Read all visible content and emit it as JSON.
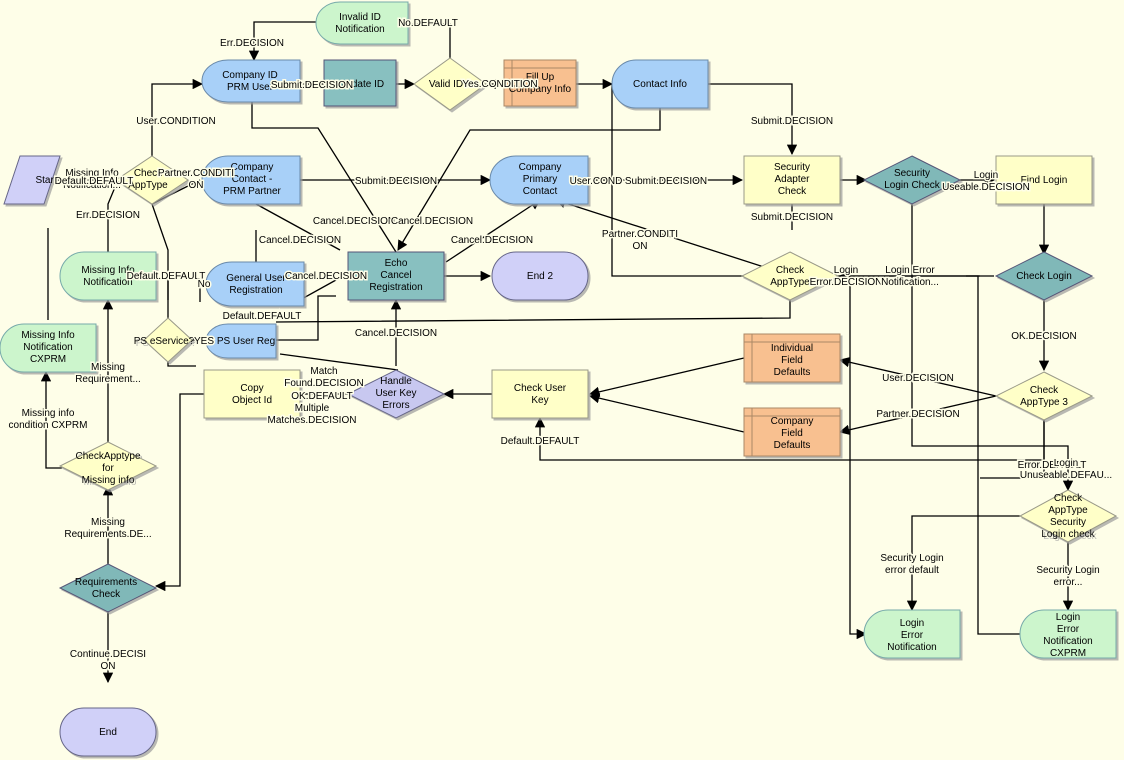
{
  "nodes": {
    "invalid_id": [
      "Invalid ID",
      "Notification"
    ],
    "company_id": [
      "Company ID",
      "PRM User"
    ],
    "validate_id": [
      "Validate ID"
    ],
    "valid_id": [
      "Valid ID"
    ],
    "fillup": [
      "Fill Up",
      "Company Info"
    ],
    "contact_info": [
      "Contact Info"
    ],
    "start": [
      "Start"
    ],
    "check_apptype": [
      "Check",
      "AppType"
    ],
    "company_contact": [
      "Company",
      "Contact -",
      "PRM Partner"
    ],
    "company_primary": [
      "Company",
      "Primary",
      "Contact"
    ],
    "security_adapter": [
      "Security",
      "Adapter",
      "Check"
    ],
    "security_login_check": [
      "Security",
      "Login Check"
    ],
    "find_login": [
      "Find Login"
    ],
    "missing_info_notif": [
      "Missing Info",
      "Notification"
    ],
    "general_user": [
      "General User",
      "Registration"
    ],
    "echo_cancel": [
      "Echo",
      "Cancel",
      "Registration"
    ],
    "end2": [
      "End 2"
    ],
    "check_apptype2": [
      "Check",
      "AppType"
    ],
    "check_login": [
      "Check Login"
    ],
    "ps_eservice": [
      "PS eService?"
    ],
    "ps_user_reg": [
      "PS User Reg"
    ],
    "missing_info_cxprm": [
      "Missing Info",
      "Notification",
      "CXPRM"
    ],
    "copy_object": [
      "Copy",
      "Object Id"
    ],
    "handle_errors": [
      "Handle",
      "User Key",
      "Errors"
    ],
    "check_user_key": [
      "Check User",
      "Key"
    ],
    "individual_defaults": [
      "Individual",
      "Field",
      "Defaults"
    ],
    "check_apptype3": [
      "Check",
      "AppType 3"
    ],
    "company_defaults": [
      "Company",
      "Field",
      "Defaults"
    ],
    "checkapptype_missing": [
      "CheckApptype",
      "for",
      "Missing info"
    ],
    "check_apptype_security": [
      "Check",
      "AppType",
      "Security",
      "Login check"
    ],
    "requirements_check": [
      "Requirements",
      "Check"
    ],
    "login_error_notif": [
      "Login",
      "Error",
      "Notification"
    ],
    "login_error_cxprm": [
      "Login",
      "Error",
      "Notification",
      "CXPRM"
    ],
    "end": [
      "End"
    ]
  },
  "edge_labels": {
    "err_decision_top": [
      "Err.DECISION"
    ],
    "no_default": [
      "No.DEFAULT"
    ],
    "submit_decision_1": [
      "Submit.DECISION"
    ],
    "yes_condition": [
      "Yes.CONDITION"
    ],
    "user_condition_1": [
      "User.CONDITION"
    ],
    "submit_decision_2": [
      "Submit.DECISION"
    ],
    "submit_decision_3": [
      "Submit.DECISION"
    ],
    "missing_info_notif_cut": [
      "Missing Info",
      "Notification..."
    ],
    "check_cut": [
      "Check"
    ],
    "default_default_1": [
      "Default.DEFAULT"
    ],
    "partner_condition_1": [
      "Partner.CONDITI",
      "ON"
    ],
    "user_cond_2": [
      "User.COND"
    ],
    "submit_decision_4": [
      "Submit.DECISION"
    ],
    "login_useable": [
      "Login",
      "Useable.DECISION"
    ],
    "err_decision_2": [
      "Err.DECISION"
    ],
    "cancel_decision_1": [
      "Cancel.DECISION"
    ],
    "cancel_decision_2": [
      "Cancel.DECISION"
    ],
    "cancel_decision_3": [
      "Cancel.DECISION"
    ],
    "cancel_decision_4": [
      "Cancel.DECISION"
    ],
    "cancel_decision_5": [
      "Cancel.DECISION"
    ],
    "cancel_decision_6": [
      "Cancel.DECISION"
    ],
    "default_default_2": [
      "Default.DEFAULT"
    ],
    "no_cut": [
      "No"
    ],
    "partner_condition_2": [
      "Partner.CONDITI",
      "ON"
    ],
    "login_error_decision": [
      "Login",
      "Error.DECISION"
    ],
    "login_error_notif_lbl": [
      "Login Error",
      "Notification..."
    ],
    "default_default_3": [
      "Default.DEFAULT"
    ],
    "ps_yes": [
      "YES"
    ],
    "ok_decision": [
      "OK.DECISION"
    ],
    "missing_requirement": [
      "Missing",
      "Requirement..."
    ],
    "match_found": [
      "Match",
      "Found.DECISION"
    ],
    "ok_default": [
      "OK.DEFAULT"
    ],
    "multiple_matches": [
      "Multiple",
      "Matches.DECISION"
    ],
    "user_decision": [
      "User.DECISION"
    ],
    "missing_info_cond": [
      "Missing info",
      "condition CXPRM"
    ],
    "partner_decision": [
      "Partner.DECISION"
    ],
    "default_default_4": [
      "Default.DEFAULT"
    ],
    "error_default": [
      "Error.DEFAULT"
    ],
    "login_unuseable": [
      "Login",
      "Unuseable.DEFAU..."
    ],
    "missing_requirements_de": [
      "Missing",
      "Requirements.DE..."
    ],
    "security_login_error_default": [
      "Security Login",
      "error default"
    ],
    "security_login_error": [
      "Security Login",
      "error..."
    ],
    "continue_decision": [
      "Continue.DECISI",
      "ON"
    ]
  }
}
